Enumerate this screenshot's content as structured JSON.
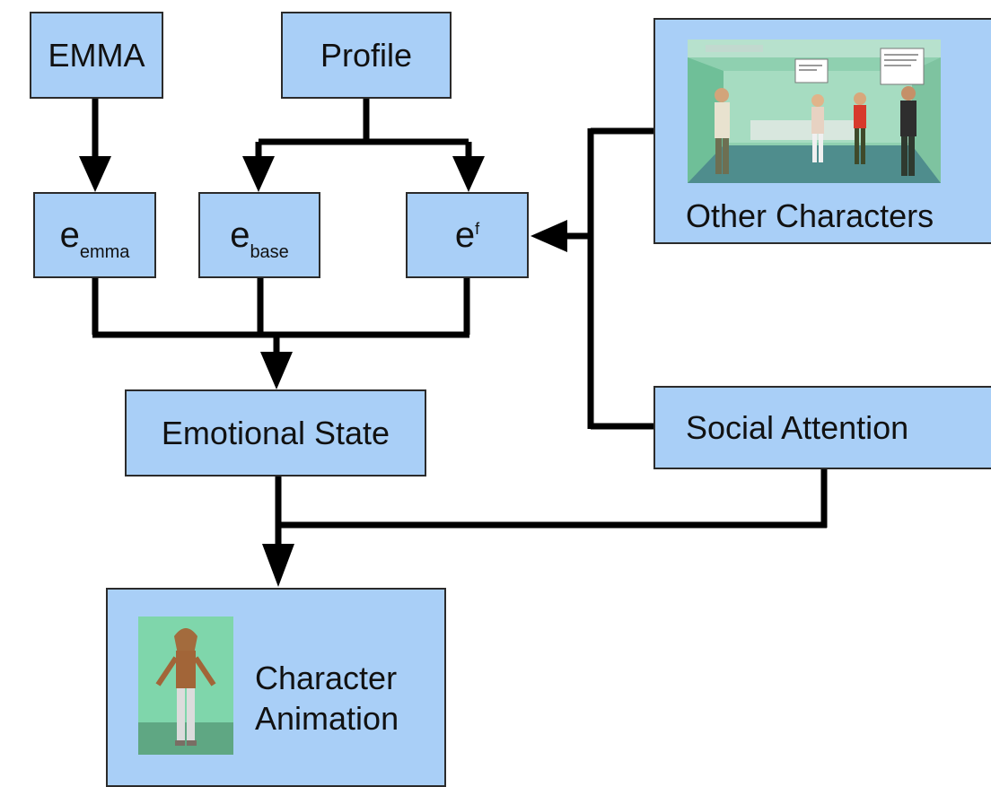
{
  "nodes": {
    "emma": "EMMA",
    "profile": "Profile",
    "e_emma": {
      "base": "e",
      "sub": "emma"
    },
    "e_base": {
      "base": "e",
      "sub": "base"
    },
    "e_f": {
      "base": "e",
      "sup": "f"
    },
    "emotional_state": "Emotional State",
    "other_characters": "Other Characters",
    "social_attention": "Social Attention",
    "character_animation_line1": "Character",
    "character_animation_line2": "Animation"
  },
  "colors": {
    "box_fill": "#a9cff7",
    "edge": "#000000",
    "scene_wall": "#8fd0b0",
    "scene_floor": "#4f8d8d"
  },
  "icons": [
    "virtual-room-scene-image",
    "female-character-image"
  ]
}
